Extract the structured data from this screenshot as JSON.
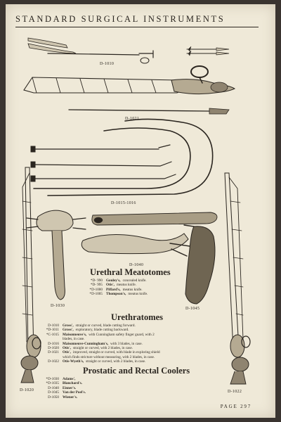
{
  "header": {
    "title": "STANDARD SURGICAL INSTRUMENTS"
  },
  "figure_labels": {
    "d1010_top": "D-1010",
    "d1021": "D-1021",
    "d1015": "D-1015-1016",
    "d1040": "D-1040",
    "d1030": "D-1030",
    "d1045": "D-1045",
    "d1020": "D-1020",
    "d1022": "D-1022"
  },
  "meatotomes": {
    "title": "Urethral Meatotomes",
    "items": [
      {
        "code": "*D- 990",
        "name": "Gouley's,",
        "desc": "concealed knife."
      },
      {
        "code": "*D- 995",
        "name": "Otis',",
        "desc": "meatus knife."
      },
      {
        "code": "*D-1000",
        "name": "Piffard's,",
        "desc": "meatus knife."
      },
      {
        "code": "*D-1005",
        "name": "Thompson's,",
        "desc": "meatus knife."
      }
    ]
  },
  "urethratomes": {
    "title": "Urethratomes",
    "items": [
      {
        "code": "D-1010",
        "name": "Gross',",
        "desc": "straight or curved, blade cutting forward."
      },
      {
        "code": "*D-1011",
        "name": "Gross',",
        "desc": "exploratory, blade cutting backward."
      },
      {
        "code": "*C-1015",
        "name": "Maisonneuve's,",
        "desc": "with Cunningham safety finger guard, with 2"
      },
      {
        "code": "",
        "name": "",
        "desc": "blades, in case."
      },
      {
        "code": "D-1016",
        "name": "Maisonneuve-Cunningham's,",
        "desc": "with 3 blades, in case."
      },
      {
        "code": "D-1020",
        "name": "Otis',",
        "desc": "straight or curved, with 2 blades, in case."
      },
      {
        "code": "D-1021",
        "name": "Otis',",
        "desc": "improved, straight or curved, with blade in exploring shield"
      },
      {
        "code": "",
        "name": "",
        "desc": "which finds stricture without measuring, with 2 blades, in case."
      },
      {
        "code": "D-1022",
        "name": "Otis-Wyeth's,",
        "desc": "straight or curved, with 2 blades, in case."
      }
    ]
  },
  "coolers": {
    "title": "Prostatic and Rectal Coolers",
    "items": [
      {
        "code": "*D-1030",
        "name": "Adams',",
        "desc": ""
      },
      {
        "code": "*D-1035",
        "name": "Blanchard's.",
        "desc": ""
      },
      {
        "code": "D-1040",
        "name": "Eisner's.",
        "desc": ""
      },
      {
        "code": "D-1045",
        "name": "Van der Poel's.",
        "desc": ""
      },
      {
        "code": "D-1050",
        "name": "Wiener's.",
        "desc": ""
      }
    ]
  },
  "footer": {
    "page": "PAGE 297"
  }
}
